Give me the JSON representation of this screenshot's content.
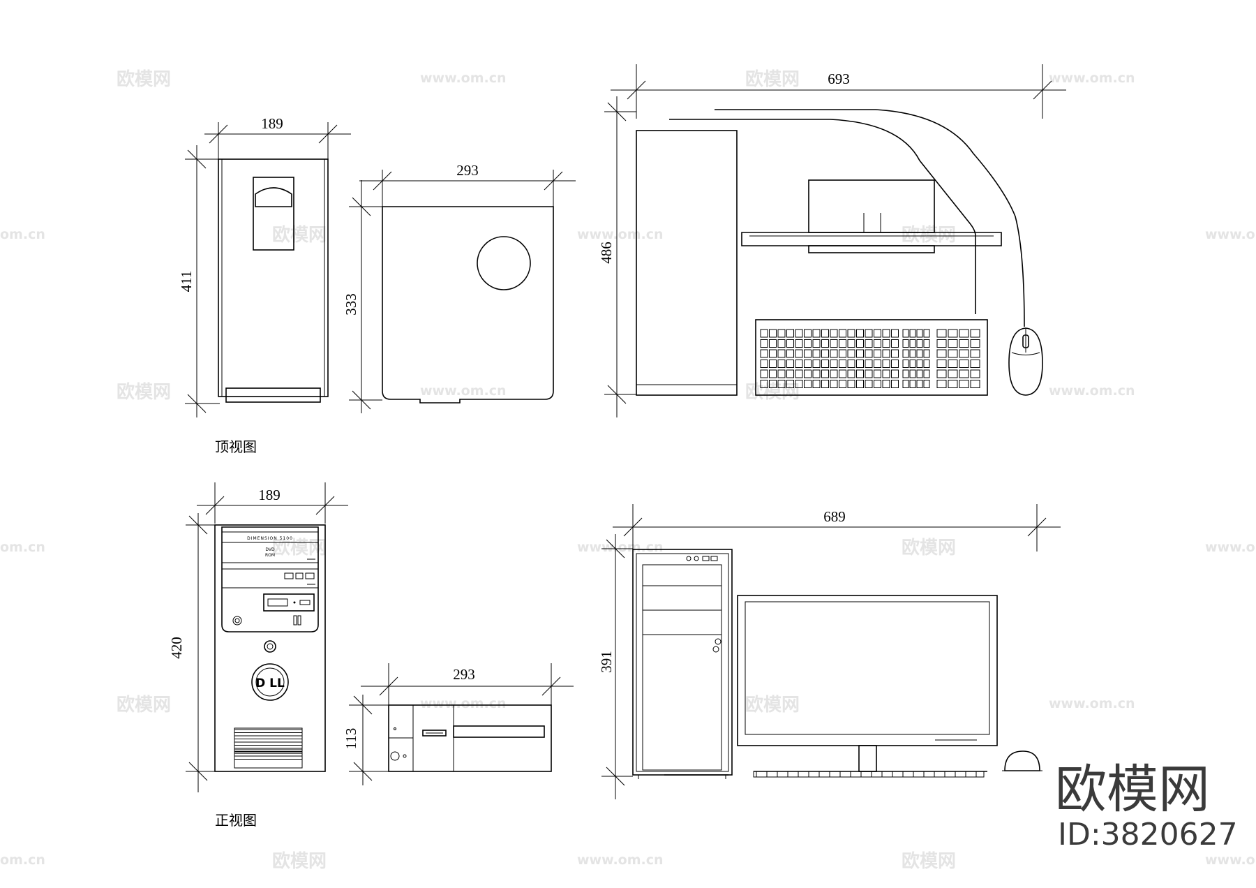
{
  "watermarks": {
    "logo_text": "欧模网",
    "url_text": "www.om.cn",
    "edge_url_text": "om.cn"
  },
  "dimensions": {
    "top_tower_width": "189",
    "top_tower_height": "411",
    "top_side_width": "293",
    "top_side_height": "333",
    "top_set_width": "693",
    "top_set_height": "486",
    "front_tower_width": "189",
    "front_tower_height": "420",
    "front_desktop_width": "293",
    "front_desktop_height": "113",
    "front_set_width": "689",
    "front_set_height": "391"
  },
  "captions": {
    "top_view": "顶视图",
    "front_view": "正视图"
  },
  "tower_labels": {
    "model": "DIMENSION 5100",
    "dvd": "DVD",
    "rom": "ROM",
    "logo": "D LL"
  },
  "branding": {
    "logo": "欧模网",
    "id": "ID:3820627"
  }
}
